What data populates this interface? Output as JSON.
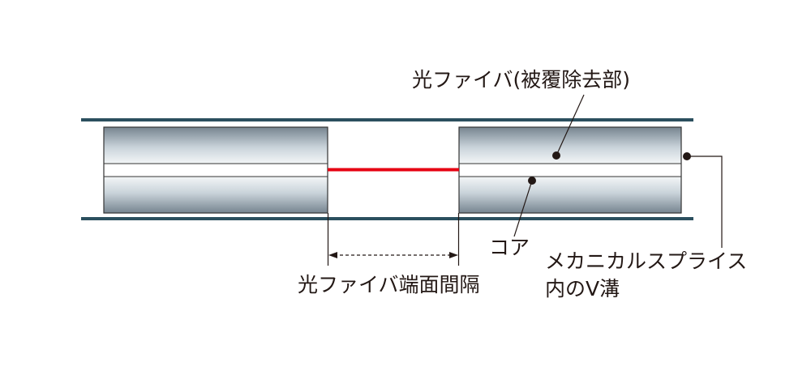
{
  "labels": {
    "fiber_stripped": "光ファイバ(被覆除去部)",
    "core": "コア",
    "v_groove_line1": "メカニカルスプライス",
    "v_groove_line2": "内のV溝",
    "end_face_gap": "光ファイバ端面間隔"
  },
  "colors": {
    "groove_walls": "#2b4f5e",
    "core_light": "#ff0000",
    "fiber_dark": "#6f7f8c",
    "fiber_light": "#f4f7f8",
    "outline": "#333333",
    "text": "#231815"
  }
}
